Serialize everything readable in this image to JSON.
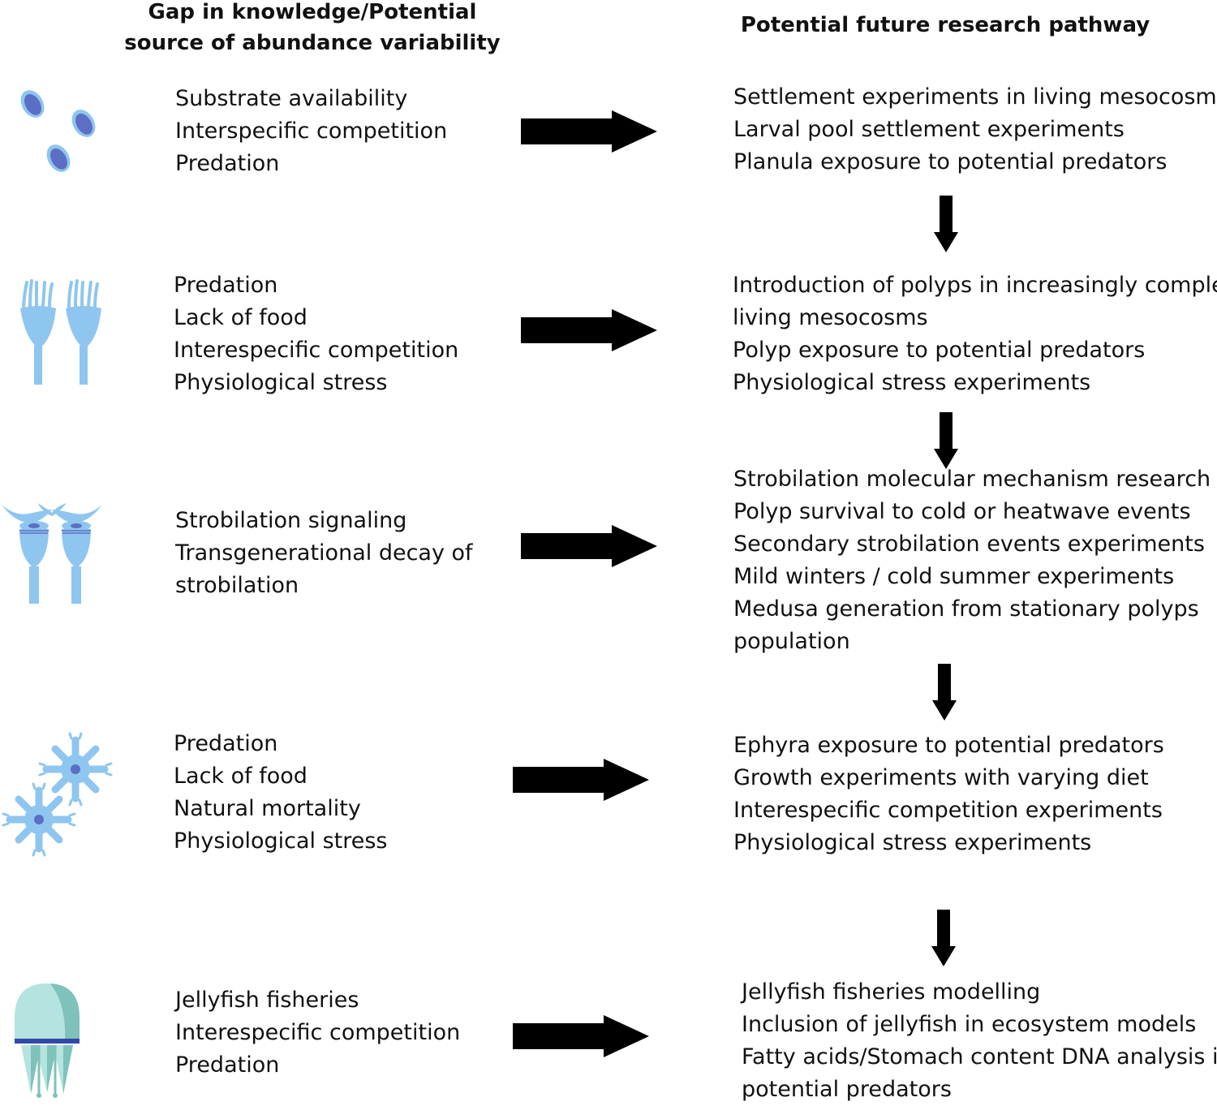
{
  "headers": {
    "left": [
      "Gap in knowledge/Potential",
      "source of  abundance variability"
    ],
    "right": "Potential future research pathway"
  },
  "stages": [
    {
      "icon": "planula-larvae-icon",
      "gaps": [
        "Substrate availability",
        "Interspecific competition",
        "Predation"
      ],
      "research": [
        "Settlement experiments in living mesocosms",
        "Larval pool settlement experiments",
        "Planula exposure to potential predators"
      ]
    },
    {
      "icon": "polyp-icon",
      "gaps": [
        "Predation",
        "Lack of food",
        "Interespecific competition",
        "Physiological stress"
      ],
      "research": [
        "Introduction of polyps in increasingly complex",
        "living mesocosms",
        "Polyp exposure to potential predators",
        "Physiological stress experiments"
      ]
    },
    {
      "icon": "strobila-icon",
      "gaps": [
        "Strobilation signaling",
        "Transgenerational decay of",
        "strobilation"
      ],
      "research": [
        "Strobilation molecular mechanism research",
        "Polyp survival to cold or heatwave events",
        "Secondary strobilation events experiments",
        "Mild winters / cold summer experiments",
        "Medusa generation from stationary polyps",
        "population"
      ]
    },
    {
      "icon": "ephyra-icon",
      "gaps": [
        "Predation",
        "Lack of food",
        "Natural mortality",
        "Physiological stress"
      ],
      "research": [
        "Ephyra exposure to potential predators",
        "Growth experiments with varying diet",
        "Interespecific competition experiments",
        "Physiological stress experiments"
      ]
    },
    {
      "icon": "medusa-icon",
      "gaps": [
        "Jellyfish fisheries",
        "Interespecific competition",
        "Predation"
      ],
      "research": [
        "Jellyfish fisheries modelling",
        "Inclusion of jellyfish in ecosystem models",
        "Fatty acids/Stomach content DNA analysis in",
        "potential predators"
      ]
    }
  ],
  "colors": {
    "light_blue": "#8ec6ef",
    "dark_blue": "#5b6fc4",
    "medusa_bell": "#b5e3df",
    "medusa_shade": "#7fc1bb",
    "medusa_band": "#2f49a8",
    "arrow": "#000000"
  }
}
